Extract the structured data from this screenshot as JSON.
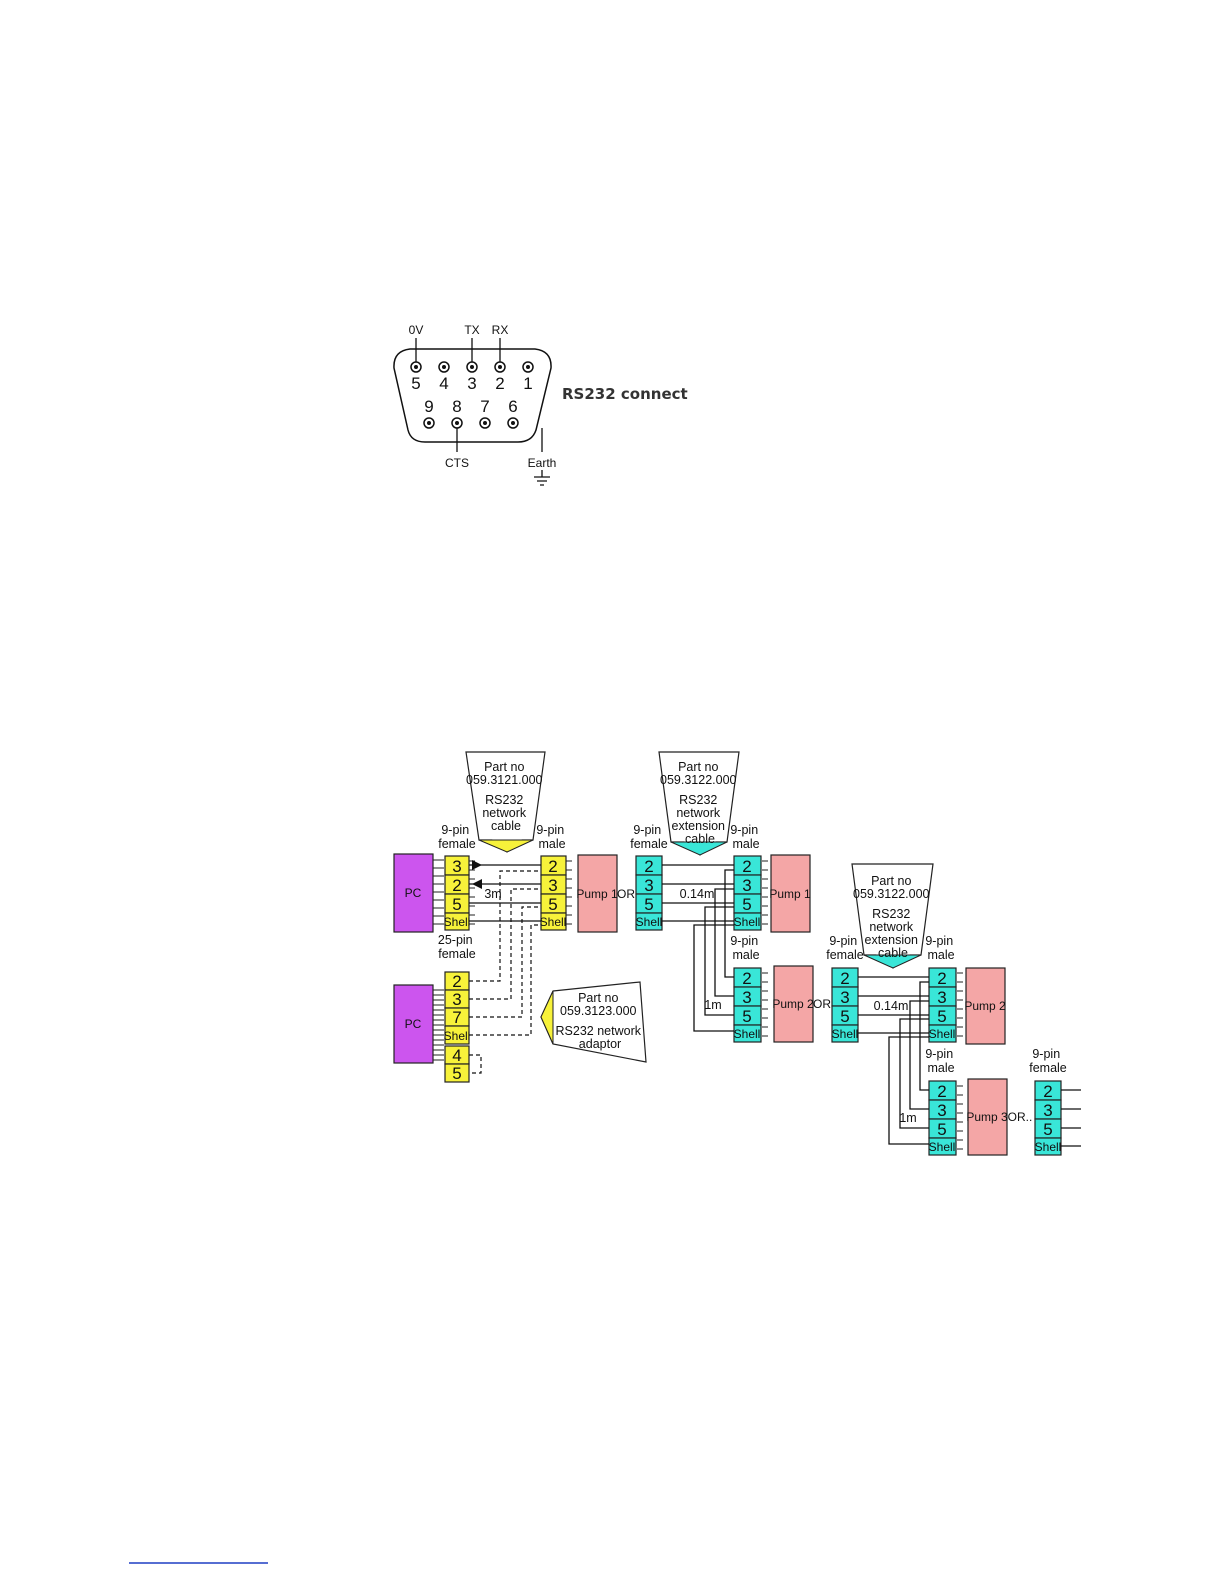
{
  "colors": {
    "yellow": "#f7f23a",
    "cyan": "#39e6d8",
    "pink": "#f4a6a6",
    "purple": "#cc55ee",
    "footer_line": "#1f3fc4"
  },
  "rs232": {
    "title": "RS232 connect",
    "top_row": [
      "5",
      "4",
      "3",
      "2",
      "1"
    ],
    "bottom_row": [
      "9",
      "8",
      "7",
      "6"
    ],
    "label_0v": "0V",
    "label_tx": "TX",
    "label_rx": "RX",
    "label_cts": "CTS",
    "label_earth": "Earth"
  },
  "network": {
    "pc_label": "PC",
    "cable1": {
      "lines": [
        "Part no",
        "059.3121.000",
        "",
        "RS232",
        "network",
        "cable"
      ]
    },
    "ext_cable": {
      "lines": [
        "Part no",
        "059.3122.000",
        "",
        "RS232",
        "network",
        "extension",
        "cable"
      ]
    },
    "ext_cable2": {
      "lines": [
        "Part no",
        "059.3122.000",
        "",
        "RS232",
        "network",
        "extension",
        "cable"
      ]
    },
    "adaptor": {
      "lines": [
        "Part no",
        "059.3123.000",
        "",
        "RS232 network",
        "adaptor"
      ]
    },
    "label_9pin": "9-pin",
    "label_female": "female",
    "label_male": "male",
    "label_25pin": "25-pin",
    "pins_9f_pc": [
      "3",
      "2",
      "5",
      "Shell"
    ],
    "pins_9": [
      "2",
      "3",
      "5",
      "Shell"
    ],
    "pins_25": [
      "2",
      "3",
      "7",
      "Shell",
      "4",
      "5"
    ],
    "len_3m": "3m",
    "len_014m": "0.14m",
    "len_1m": "1m",
    "or": "OR",
    "or_more": "OR..",
    "pump1": "Pump 1",
    "pump2": "Pump 2",
    "pump3": "Pump 3"
  }
}
